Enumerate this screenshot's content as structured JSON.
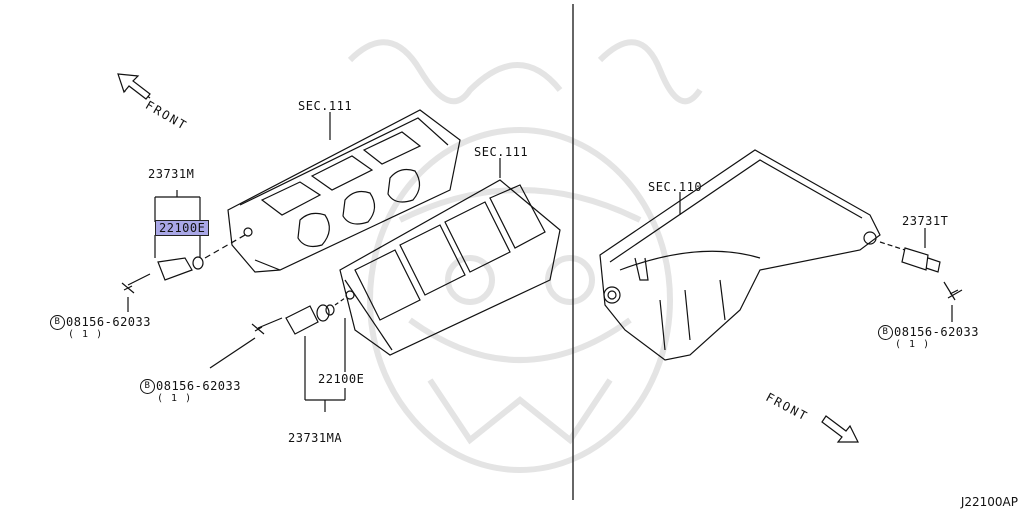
{
  "labels": {
    "sec111_a": "SEC.111",
    "sec111_b": "SEC.111",
    "sec110": "SEC.110",
    "part_23731M": "23731M",
    "part_22100E_highlight": "22100E",
    "bolt_left_code": "08156-62033",
    "bolt_left_qty": "( 1 )",
    "bolt_mid_code": "08156-62033",
    "bolt_mid_qty": "( 1 )",
    "part_22100E": "22100E",
    "part_23731MA": "23731MA",
    "part_23731T": "23731T",
    "bolt_right_code": "08156-62033",
    "bolt_right_qty": "( 1 )",
    "bolt_marker": "B",
    "front_left": "FRONT",
    "front_right": "FRONT",
    "figure_id": "J22100AP"
  },
  "colors": {
    "highlight": "#a9a7e6",
    "line": "#111111",
    "watermark": "#e4e4e4"
  }
}
